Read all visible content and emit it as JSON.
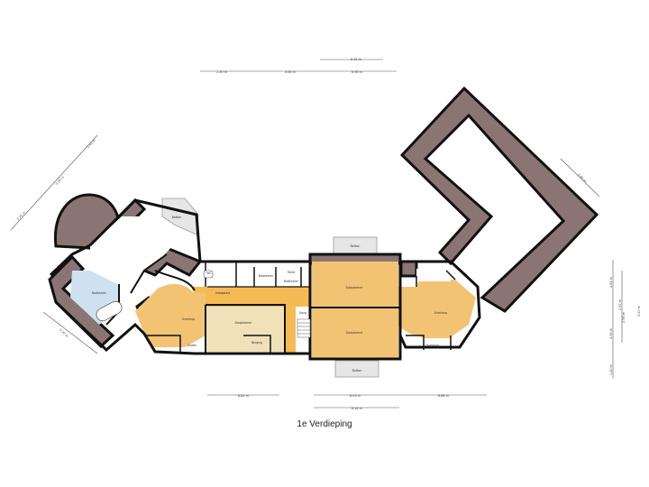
{
  "floor_title": "1e Verdieping",
  "colors": {
    "roof": "#8a7474",
    "wall": "#111111",
    "floor_orange": "#f3c374",
    "floor_tan": "#f0e1b9",
    "floor_white": "#ffffff",
    "floor_blue": "#cfe1f0",
    "landing_orange": "#f6ba55"
  },
  "rooms": {
    "overloop_left": "Overloop",
    "overloop_right": "Overloop",
    "slaapkamer_1": "Slaapkamer",
    "slaapkamer_2": "Slaapkamer",
    "slaapkamer_3": "Slaapkamer",
    "badkamer_1": "Badkamer",
    "badkamer_2": "Badkamer",
    "badkamer_3": "Badkamer",
    "toilet": "Toilet",
    "wc": "WC",
    "inloopkast": "Inloopkast",
    "gang": "Gang",
    "zolder": "Zolder",
    "berging": "Berging",
    "balkon_top": "Balkon",
    "balkon_bottom": "Balkon",
    "dakterras": "Balkon",
    "overloop_small": "Overloop"
  },
  "dimensions": {
    "top_1": "2.30 m",
    "top_2": "3.08 m",
    "top_3": "6.98 m",
    "top_4": "6.35 m",
    "bottom_1": "6.62 m",
    "bottom_2": "6.03 m",
    "bottom_3": "6.88 m",
    "bottom_4": "6.16 m",
    "right_1": "4.62 m",
    "right_2": "2.37 m",
    "right_3": "2.56 m",
    "right_4": "3.50 m",
    "right_5": "4.06 m",
    "right_6": "1.40 m",
    "diag_nw_1": "3.36 m",
    "diag_nw_2": "3.30 m",
    "diag_nw_3": "1.43 m",
    "diag_sw_1": "5.36 m",
    "diag_sw_2": "3.20 m",
    "diag_ne": "3.40 m"
  }
}
